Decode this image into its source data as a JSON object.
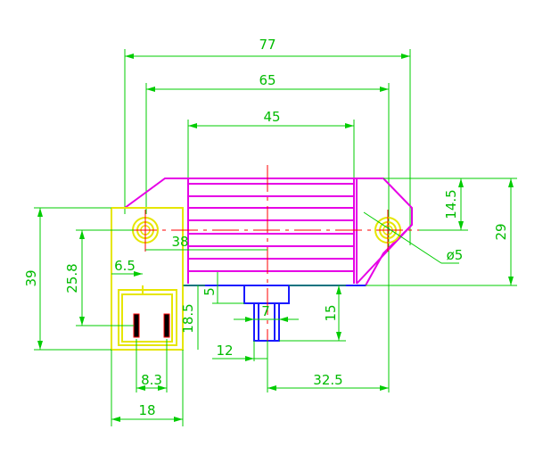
{
  "drawing": {
    "labels": {
      "d77": "77",
      "d65": "65",
      "d45": "45",
      "d38": "38",
      "d6_5": "6.5",
      "d14_5": "14.5",
      "d29": "29",
      "phi5": "ø5",
      "d39": "39",
      "d25_8": "25.8",
      "d5": "5",
      "d7": "7",
      "d15": "15",
      "d18_5": "18.5",
      "d12": "12",
      "d8_3": "8.3",
      "d32_5": "32.5",
      "d18": "18"
    },
    "colors": {
      "dimension": "#00cc00",
      "body_outline": "#e600e6",
      "connector": "#e6e600",
      "terminal_base": "#1a1aff",
      "centerline": "#ff0000",
      "pins": "#000000"
    }
  }
}
